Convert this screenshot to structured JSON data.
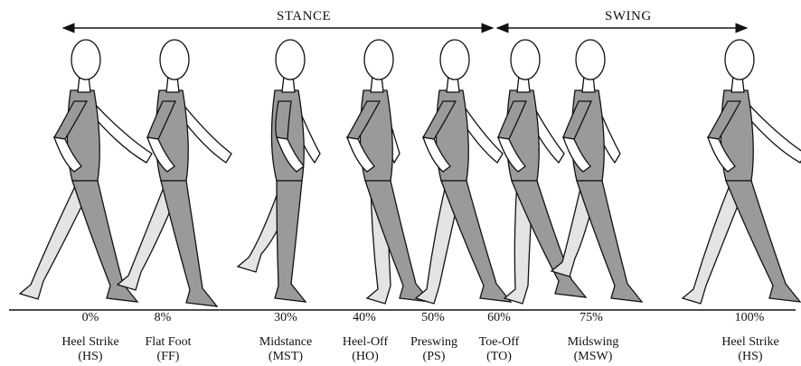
{
  "phases": {
    "stance": "STANCE",
    "swing": "SWING"
  },
  "events": [
    {
      "percent": "0%",
      "name": "Heel Strike",
      "abbr": "(HS)"
    },
    {
      "percent": "8%",
      "name": "Flat Foot",
      "abbr": "(FF)"
    },
    {
      "percent": "30%",
      "name": "Midstance",
      "abbr": "(MST)"
    },
    {
      "percent": "40%",
      "name": "Heel-Off",
      "abbr": "(HO)"
    },
    {
      "percent": "50%",
      "name": "Preswing",
      "abbr": "(PS)"
    },
    {
      "percent": "60%",
      "name": "Toe-Off",
      "abbr": "(TO)"
    },
    {
      "percent": "75%",
      "name": "Midswing",
      "abbr": "(MSW)"
    },
    {
      "percent": "100%",
      "name": "Heel Strike",
      "abbr": "(HS)"
    }
  ],
  "colors": {
    "dark_limb": "#9a9a9a",
    "light_limb": "#e4e4e4",
    "outline": "#111111",
    "body_fill": "#ffffff"
  }
}
